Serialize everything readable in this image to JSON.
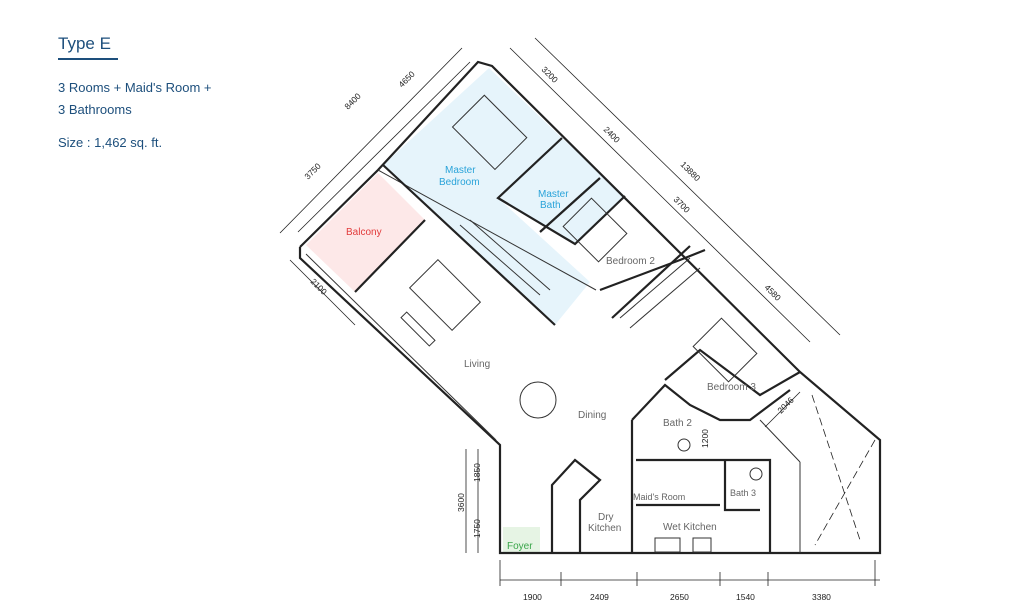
{
  "header": {
    "title": "Type E",
    "description_line1": "3 Rooms + Maid's Room +",
    "description_line2": "3 Bathrooms",
    "size": "Size : 1,462 sq. ft."
  },
  "rooms": {
    "master_bedroom_1": "Master",
    "master_bedroom_2": "Bedroom",
    "master_bath_1": "Master",
    "master_bath_2": "Bath",
    "balcony": "Balcony",
    "bedroom2": "Bedroom 2",
    "living": "Living",
    "bedroom3": "Bedroom 3",
    "dining": "Dining",
    "bath2": "Bath 2",
    "maids_room": "Maid's Room",
    "bath3": "Bath 3",
    "dry_kitchen_1": "Dry",
    "dry_kitchen_2": "Kitchen",
    "wet_kitchen": "Wet Kitchen",
    "foyer": "Foyer"
  },
  "dimensions": {
    "left_total": "8400",
    "left_upper": "4650",
    "left_lower": "3750",
    "balcony_depth": "2100",
    "top_a": "3200",
    "top_b": "2400",
    "right_total": "13880",
    "right_a": "3700",
    "right_b": "4580",
    "bath2_width": "1200",
    "bedroom3_side": "2046",
    "vertical_total": "3600",
    "vertical_upper": "1850",
    "vertical_lower": "1750",
    "bottom": [
      "1900",
      "2409",
      "2650",
      "1540",
      "3380"
    ]
  },
  "colors": {
    "title": "#1d4f7c",
    "master": "#29a3d9",
    "master_fill": "#e6f4fb",
    "balcony": "#e23b3b",
    "balcony_fill": "#fde8e8",
    "foyer": "#3aa64a",
    "foyer_fill": "#e6f4e4"
  }
}
